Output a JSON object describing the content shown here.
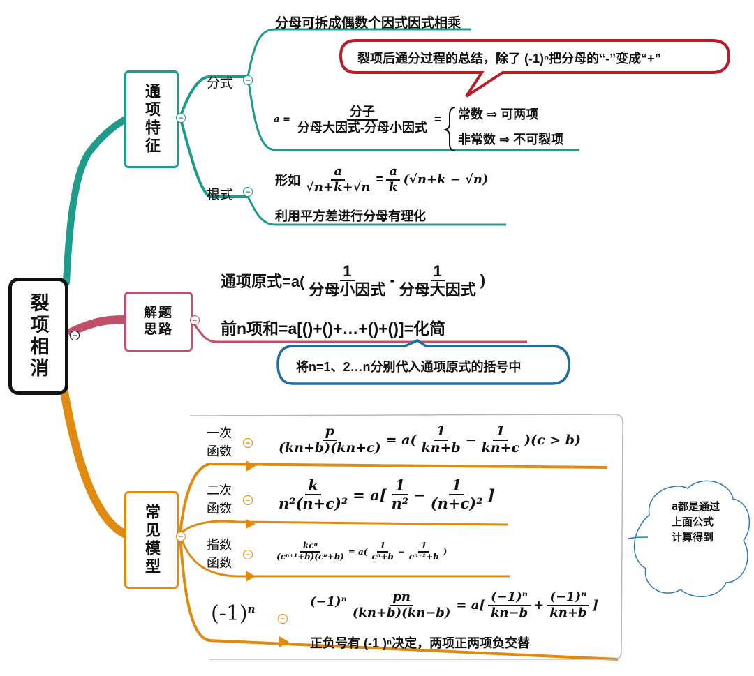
{
  "root": {
    "label": "裂项相消"
  },
  "branches": {
    "tongxiang": {
      "label": "通项特征",
      "color": "#1e9b8a"
    },
    "jieti": {
      "label": "解题思路",
      "color": "#c0506a"
    },
    "changjian": {
      "label": "常见模型",
      "color": "#e08a10"
    }
  },
  "fenshi": {
    "label": "分式",
    "line1": "分母可拆成偶数个因式因式相乘",
    "callout": "裂项后通分过程的总结，除了 (-1)ⁿ把分母的“-”变成“+”",
    "formula_lhs": "a =",
    "frac_num": "分子",
    "frac_den": "分母大因式-分母小因式",
    "eq": "=",
    "case1": "常数 ⇒ 可两项",
    "case2": "非常数 ⇒ 不可裂项"
  },
  "genshi": {
    "label": "根式",
    "prefix": "形如",
    "num": "a",
    "den": "√n+k+√n",
    "rhs_eq": "=",
    "rhs_num": "a",
    "rhs_den": "k",
    "rhs_tail": "(√n+k − √n)",
    "note": "利用平方差进行分母有理化"
  },
  "jieti": {
    "formula_prefix": "通项原式=a(",
    "f1_num": "1",
    "f1_den": "分母小因式",
    "minus": "-",
    "f2_num": "1",
    "f2_den": "分母大因式",
    "close": ")",
    "sum": "前n项和=a[()+()+…+()+()]=化简",
    "callout": "将n=1、2…n分别代入通项原式的括号中"
  },
  "models": [
    {
      "label1": "一次",
      "label2": "函数",
      "num": "p",
      "den": "(kn+b)(kn+c)",
      "eq": "= a(",
      "a_num": "1",
      "a_den": "kn+b",
      "op": "−",
      "b_num": "1",
      "b_den": "kn+c",
      "tail": ")(c > b)"
    },
    {
      "label1": "二次",
      "label2": "函数",
      "num": "k",
      "den": "n²(n+c)²",
      "eq": "= a[",
      "a_num": "1",
      "a_den": "n²",
      "op": "−",
      "b_num": "1",
      "b_den": "(n+c)²",
      "tail": "]"
    },
    {
      "label1": "指数",
      "label2": "函数",
      "num": "kcⁿ",
      "den": "(cⁿ⁺¹+b)(cⁿ+b)",
      "eq": "= a(",
      "a_num": "1",
      "a_den": "cⁿ+b",
      "op": "−",
      "b_num": "1",
      "b_den": "cⁿ⁺¹+b",
      "tail": ")"
    },
    {
      "label1": "(-1)",
      "label2": "n",
      "pre": "(−1)ⁿ",
      "num": "pn",
      "den": "(kn+b)(kn−b)",
      "eq": "= a[",
      "a_num": "(−1)ⁿ",
      "a_den": "kn−b",
      "op": "+",
      "b_num": "(−1)ⁿ",
      "b_den": "kn+b",
      "tail": "]",
      "note": "正负号有 (-1 )ⁿ决定，两项正两项负交替"
    }
  ],
  "cloud": {
    "text": "a都是通过上面公式计算得到"
  },
  "collapse_symbol": "−"
}
